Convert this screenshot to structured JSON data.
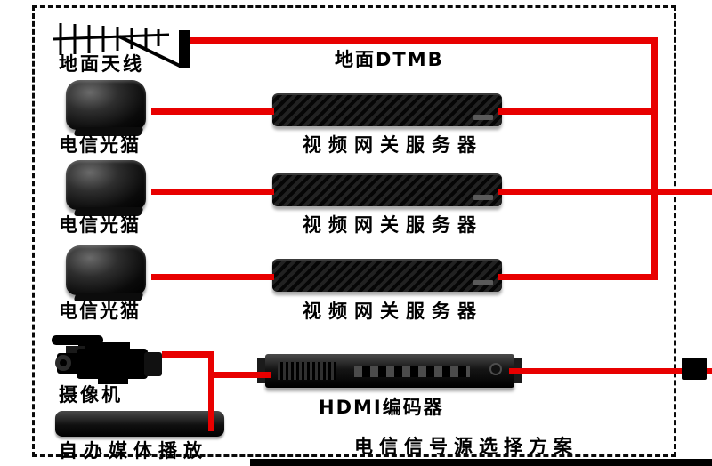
{
  "scheme": {
    "title": "电信信号源选择方案",
    "antenna": {
      "label": "地面天线",
      "feed_label": "地面DTMB"
    },
    "rows": [
      {
        "device": "电信光猫",
        "server": "视频网关服务器"
      },
      {
        "device": "电信光猫",
        "server": "视频网关服务器"
      },
      {
        "device": "电信光猫",
        "server": "视频网关服务器"
      }
    ],
    "camera": {
      "label": "摄像机"
    },
    "encoder": {
      "label": "HDMI编码器"
    },
    "media_player": {
      "label": "自办媒体播放"
    },
    "colors": {
      "connection_line": "#e80000",
      "border": "#000000",
      "background": "#ffffff"
    }
  }
}
